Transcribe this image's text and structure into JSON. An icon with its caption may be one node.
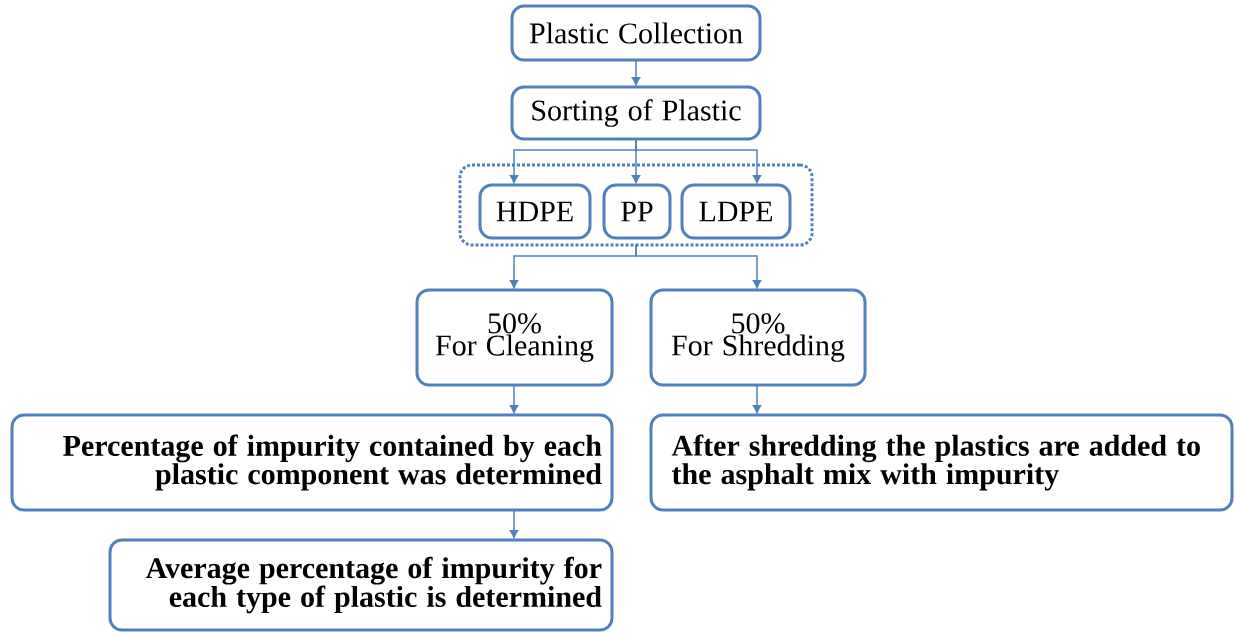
{
  "diagram": {
    "nodes": [
      {
        "text": [
          "Plastic Collection"
        ]
      },
      {
        "text": [
          "Sorting of Plastic"
        ]
      },
      {
        "text": [],
        "shape": "box"
      },
      {
        "text": [
          "HDPE"
        ],
        "in": 2
      },
      {
        "text": [
          "PP"
        ],
        "in": 2
      },
      {
        "text": [
          "LDPE"
        ],
        "in": 2
      },
      {
        "text": [
          "50%",
          "For Cleaning"
        ]
      },
      {
        "text": [
          "50%",
          "For Shredding"
        ]
      },
      {
        "text": [
          "Percentage of impurity contained by each plastic component was determined"
        ]
      },
      {
        "text": [
          "After shredding the plastics are added to the asphalt mix with impurity"
        ]
      },
      {
        "text": [
          "Average percentage of impurity for each type of plastic is determined"
        ]
      }
    ],
    "edges": [
      {
        "from": 0,
        "to": 1,
        "arrow": "to"
      },
      {
        "from": 1,
        "to": 3,
        "arrow": "to"
      },
      {
        "from": 1,
        "to": 4,
        "arrow": "to"
      },
      {
        "from": 1,
        "to": 5,
        "arrow": "to"
      },
      {
        "from": 2,
        "to": 6,
        "arrow": "to"
      },
      {
        "from": 2,
        "to": 7,
        "arrow": "to"
      },
      {
        "from": 6,
        "to": 8,
        "arrow": "to"
      },
      {
        "from": 7,
        "to": 9,
        "arrow": "to"
      },
      {
        "from": 8,
        "to": 10,
        "arrow": "to"
      }
    ]
  }
}
